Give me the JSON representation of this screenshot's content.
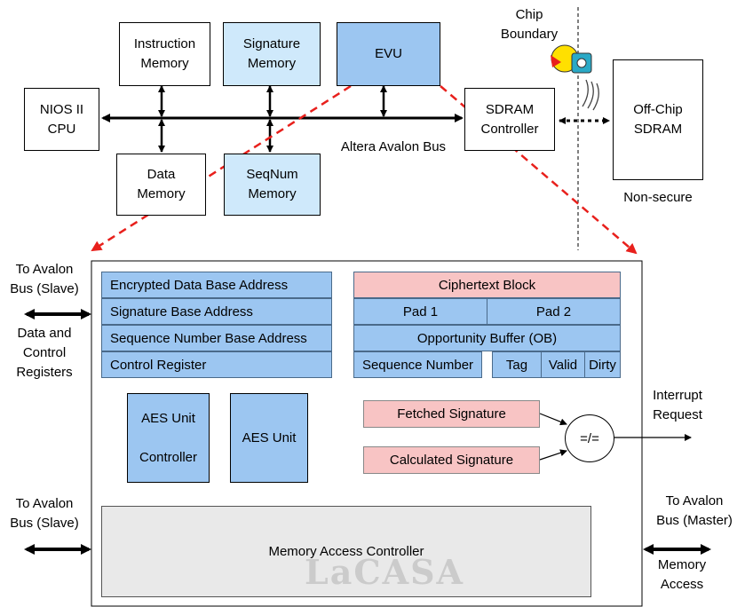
{
  "top": {
    "instruction_memory": "Instruction\nMemory",
    "signature_memory": "Signature\nMemory",
    "evu": "EVU",
    "nios_cpu": "NIOS II\nCPU",
    "data_memory": "Data\nMemory",
    "seqnum_memory": "SeqNum\nMemory",
    "sdram_controller": "SDRAM\nController",
    "offchip_sdram": "Off-Chip\nSDRAM",
    "bus_label": "Altera Avalon Bus",
    "chip_boundary": "Chip\nBoundary",
    "non_secure": "Non-secure"
  },
  "evu_detail": {
    "registers": [
      "Encrypted Data Base Address",
      "Signature Base Address",
      "Sequence Number Base Address",
      "Control Register"
    ],
    "ciphertext_block": "Ciphertext Block",
    "pad1": "Pad 1",
    "pad2": "Pad 2",
    "opportunity_buffer": "Opportunity Buffer (OB)",
    "sequence_number": "Sequence Number",
    "tag": "Tag",
    "valid": "Valid",
    "dirty": "Dirty",
    "aes_controller": "AES Unit\n\nController",
    "aes_unit": "AES Unit",
    "fetched_signature": "Fetched Signature",
    "calculated_signature": "Calculated Signature",
    "compare": "=/=",
    "memory_access_controller": "Memory Access Controller"
  },
  "side_labels": {
    "avalon_slave_top": "To Avalon\nBus (Slave)",
    "data_control_registers": "Data and\nControl\nRegisters",
    "avalon_slave_bottom": "To Avalon\nBus (Slave)",
    "interrupt_request": "Interrupt\nRequest",
    "avalon_master": "To Avalon\nBus (Master)",
    "memory_access": "Memory\nAccess"
  },
  "watermark": "LaCASA",
  "colors": {
    "light_blue": "#cfe9fb",
    "blue": "#9cc6f1",
    "pink": "#f8c4c4",
    "gray": "#e9e9e9",
    "dashed_red": "#e8201c"
  }
}
